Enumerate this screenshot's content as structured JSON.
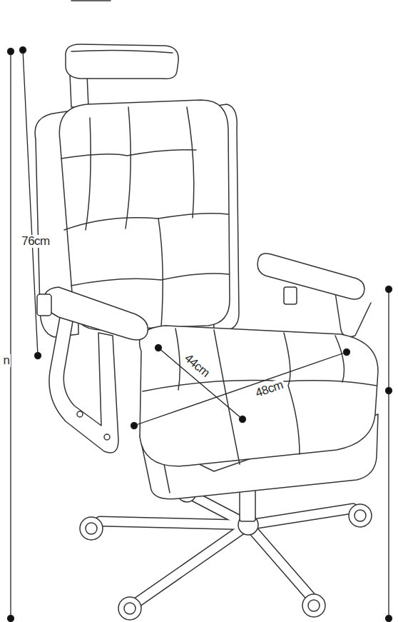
{
  "diagram": {
    "labels": [
      "76cm",
      "44cm",
      "48cm",
      "n"
    ]
  }
}
